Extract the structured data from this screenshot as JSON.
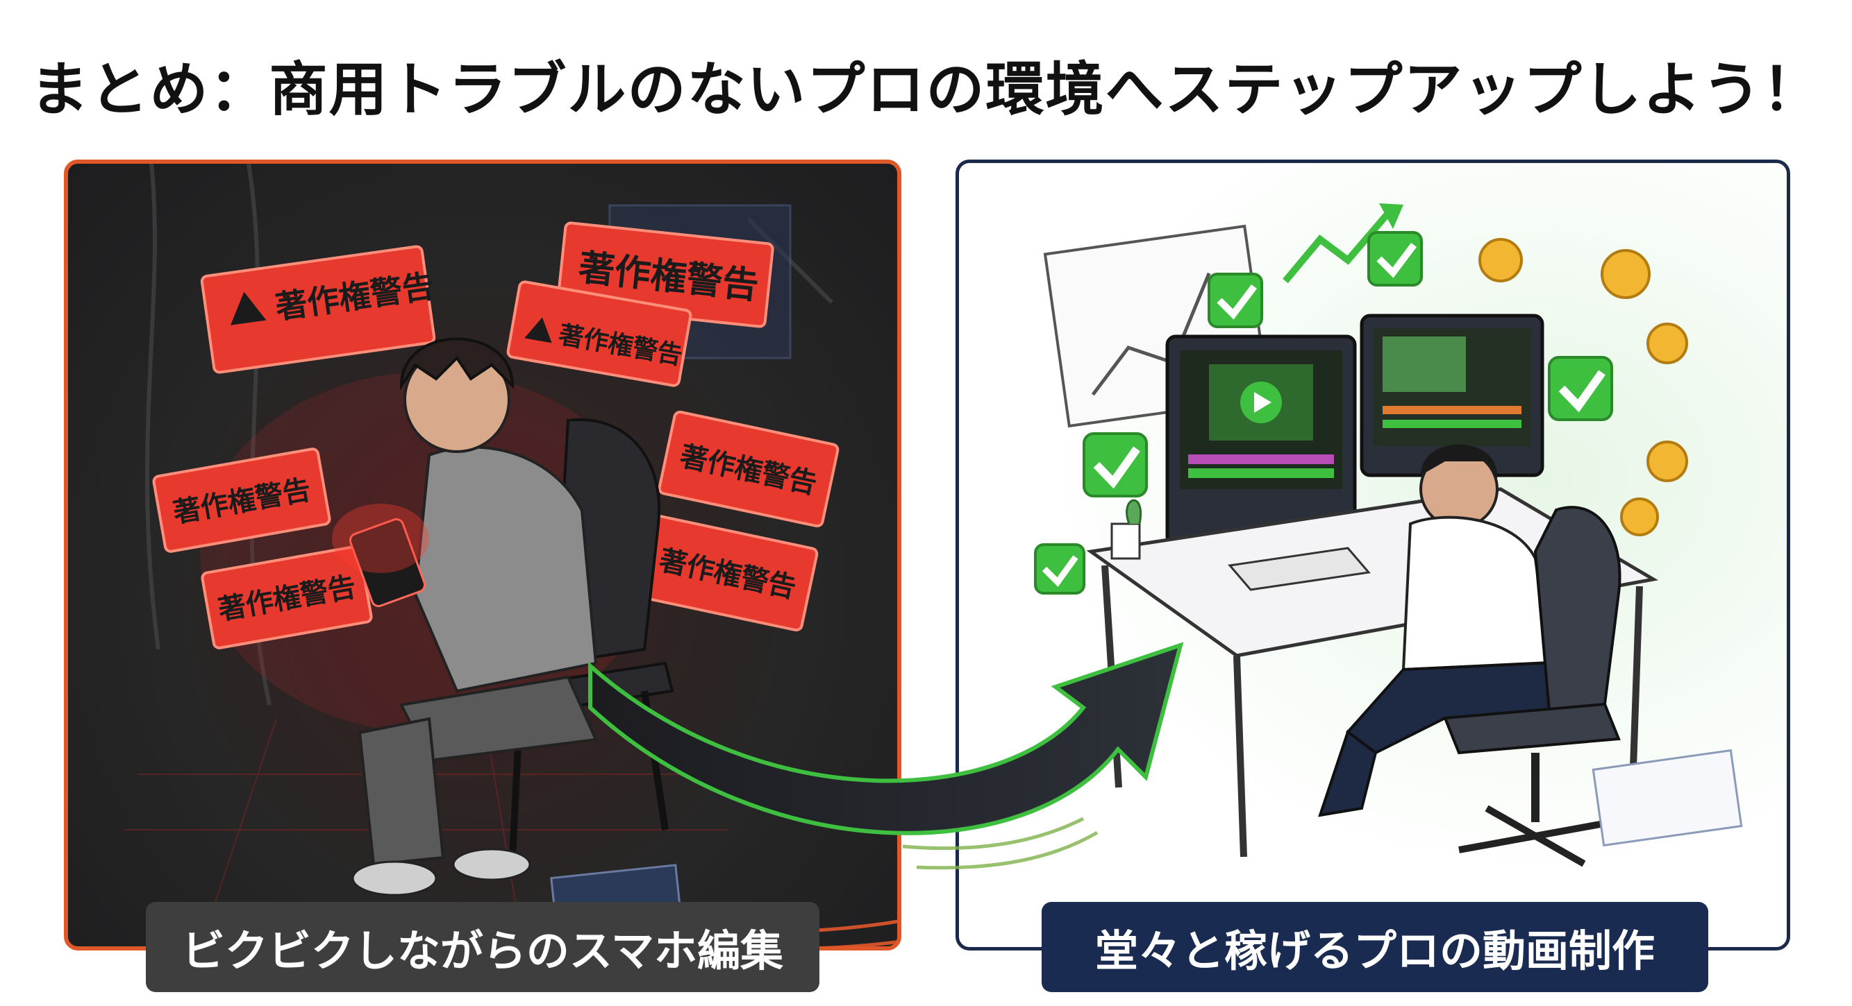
{
  "title": "まとめ：商用トラブルのないプロの環境へステップアップしよう！",
  "left_panel": {
    "caption": "ビクビクしながらのスマホ編集",
    "warning_label": "著作権警告"
  },
  "right_panel": {
    "caption": "堂々と稼げるプロの動画制作"
  },
  "colors": {
    "left_border": "#e0582a",
    "warning_red": "#e8392f",
    "right_border": "#1b2a4a",
    "check_green": "#3fbf3f",
    "caption_left_bg": "#3e3e3e",
    "caption_right_bg": "#1a2b52"
  },
  "icons": [
    "warning-icon",
    "check-icon",
    "coin-icon",
    "play-icon",
    "trend-arrow-icon",
    "transition-arrow-icon"
  ]
}
